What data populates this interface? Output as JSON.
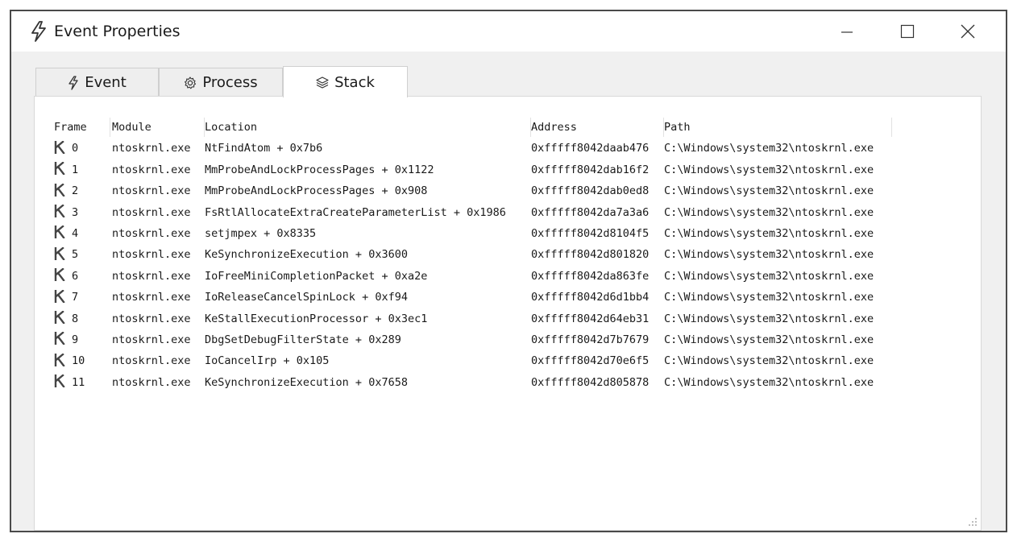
{
  "window": {
    "title": "Event Properties",
    "icon": "lightning-icon",
    "controls": [
      "minimize-icon",
      "maximize-icon",
      "close-icon"
    ]
  },
  "tabs": [
    {
      "label": "Event",
      "icon": "lightning-icon",
      "active": false
    },
    {
      "label": "Process",
      "icon": "gear-icon",
      "active": false
    },
    {
      "label": "Stack",
      "icon": "layers-icon",
      "active": true
    }
  ],
  "table": {
    "columns": [
      "Frame",
      "Module",
      "Location",
      "Address",
      "Path"
    ],
    "row_icon": "kernel-frame-icon",
    "rows": [
      {
        "frame": "0",
        "module": "ntoskrnl.exe",
        "location": "NtFindAtom + 0x7b6",
        "address": "0xfffff8042daab476",
        "path": "C:\\Windows\\system32\\ntoskrnl.exe"
      },
      {
        "frame": "1",
        "module": "ntoskrnl.exe",
        "location": "MmProbeAndLockProcessPages + 0x1122",
        "address": "0xfffff8042dab16f2",
        "path": "C:\\Windows\\system32\\ntoskrnl.exe"
      },
      {
        "frame": "2",
        "module": "ntoskrnl.exe",
        "location": "MmProbeAndLockProcessPages + 0x908",
        "address": "0xfffff8042dab0ed8",
        "path": "C:\\Windows\\system32\\ntoskrnl.exe"
      },
      {
        "frame": "3",
        "module": "ntoskrnl.exe",
        "location": "FsRtlAllocateExtraCreateParameterList + 0x1986",
        "address": "0xfffff8042da7a3a6",
        "path": "C:\\Windows\\system32\\ntoskrnl.exe"
      },
      {
        "frame": "4",
        "module": "ntoskrnl.exe",
        "location": "setjmpex + 0x8335",
        "address": "0xfffff8042d8104f5",
        "path": "C:\\Windows\\system32\\ntoskrnl.exe"
      },
      {
        "frame": "5",
        "module": "ntoskrnl.exe",
        "location": "KeSynchronizeExecution + 0x3600",
        "address": "0xfffff8042d801820",
        "path": "C:\\Windows\\system32\\ntoskrnl.exe"
      },
      {
        "frame": "6",
        "module": "ntoskrnl.exe",
        "location": "IoFreeMiniCompletionPacket + 0xa2e",
        "address": "0xfffff8042da863fe",
        "path": "C:\\Windows\\system32\\ntoskrnl.exe"
      },
      {
        "frame": "7",
        "module": "ntoskrnl.exe",
        "location": "IoReleaseCancelSpinLock + 0xf94",
        "address": "0xfffff8042d6d1bb4",
        "path": "C:\\Windows\\system32\\ntoskrnl.exe"
      },
      {
        "frame": "8",
        "module": "ntoskrnl.exe",
        "location": "KeStallExecutionProcessor + 0x3ec1",
        "address": "0xfffff8042d64eb31",
        "path": "C:\\Windows\\system32\\ntoskrnl.exe"
      },
      {
        "frame": "9",
        "module": "ntoskrnl.exe",
        "location": "DbgSetDebugFilterState + 0x289",
        "address": "0xfffff8042d7b7679",
        "path": "C:\\Windows\\system32\\ntoskrnl.exe"
      },
      {
        "frame": "10",
        "module": "ntoskrnl.exe",
        "location": "IoCancelIrp + 0x105",
        "address": "0xfffff8042d70e6f5",
        "path": "C:\\Windows\\system32\\ntoskrnl.exe"
      },
      {
        "frame": "11",
        "module": "ntoskrnl.exe",
        "location": "KeSynchronizeExecution + 0x7658",
        "address": "0xfffff8042d805878",
        "path": "C:\\Windows\\system32\\ntoskrnl.exe"
      }
    ]
  }
}
